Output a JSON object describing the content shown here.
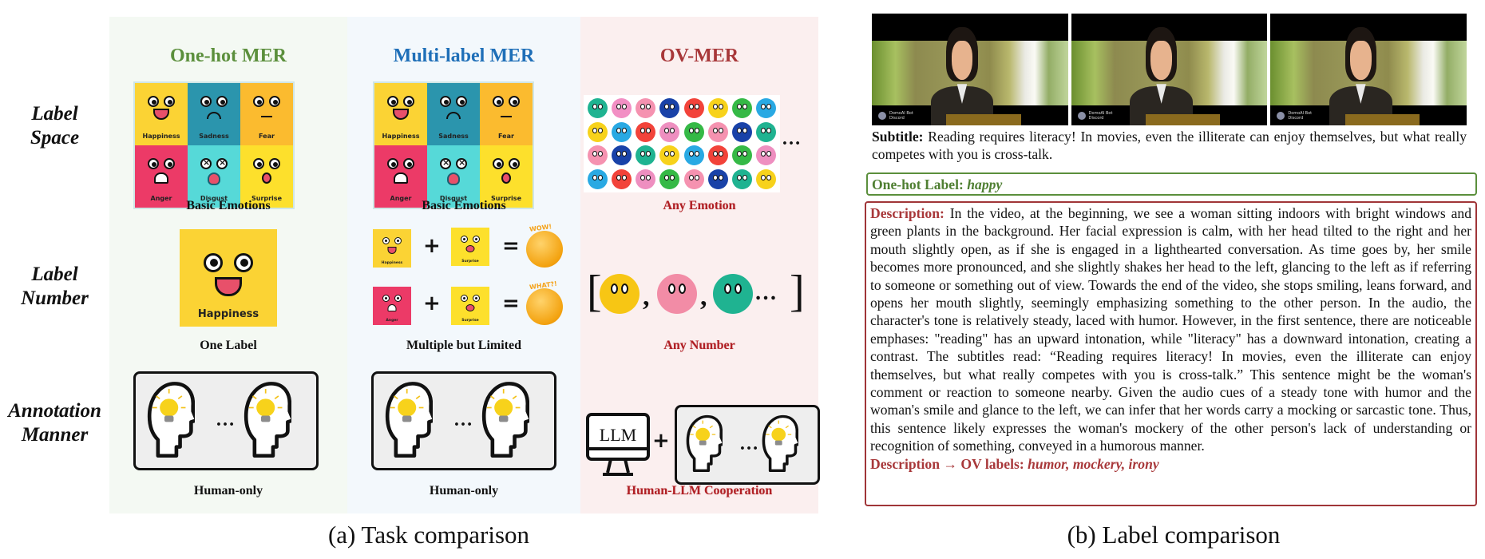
{
  "colors": {
    "onehot_green": "#5b8f3c",
    "multilabel_blue": "#1f6fb8",
    "ov_red": "#a8383a",
    "panel_green": "#f4f9f3",
    "panel_blue": "#f3f8fc",
    "panel_pink": "#fbefef"
  },
  "task_comparison": {
    "row_labels": [
      {
        "line1": "Label",
        "line2": "Space"
      },
      {
        "line1": "Label",
        "line2": "Number"
      },
      {
        "line1": "Annotation",
        "line2": "Manner"
      }
    ],
    "columns": [
      {
        "title": "One-hot MER",
        "label_space_caption": "Basic Emotions",
        "label_number_caption": "One Label",
        "annotation_caption": "Human-only"
      },
      {
        "title": "Multi-label MER",
        "label_space_caption": "Basic Emotions",
        "label_number_caption": "Multiple but Limited",
        "annotation_caption": "Human-only"
      },
      {
        "title": "OV-MER",
        "label_space_caption": "Any Emotion",
        "label_number_caption": "Any Number",
        "annotation_caption": "Human-LLM Cooperation"
      }
    ],
    "basic_emotions": [
      {
        "name": "Happiness",
        "color": "#fbd334",
        "mouth": "happy"
      },
      {
        "name": "Sadness",
        "color": "#2b95ad",
        "mouth": "sad"
      },
      {
        "name": "Fear",
        "color": "#fbbb2f",
        "mouth": "fear"
      },
      {
        "name": "Anger",
        "color": "#ec3a67",
        "mouth": "anger"
      },
      {
        "name": "Disgust",
        "color": "#56d9d8",
        "mouth": "disgust"
      },
      {
        "name": "Surprise",
        "color": "#fde02c",
        "mouth": "surprise"
      }
    ],
    "ov_emotion_colors": [
      "#1fb391",
      "#f28fc4",
      "#f592b0",
      "#1942a8",
      "#f2433a",
      "#f7d21b",
      "#35b946",
      "#29a9e3",
      "#f7d21b",
      "#29a9e3",
      "#f2433a",
      "#ee8fc0",
      "#35b946",
      "#f592b0",
      "#1942a8",
      "#1fb391",
      "#f592b0",
      "#1942a8",
      "#1fb391",
      "#f7d21b",
      "#29a9e3",
      "#f2433a",
      "#35b946",
      "#ee8fc0",
      "#29a9e3",
      "#f2433a",
      "#ee8fc0",
      "#35b946",
      "#f592b0",
      "#1942a8",
      "#1fb391",
      "#f7d21b"
    ],
    "ov_more": "…",
    "single_label": "Happiness",
    "multi_combos": [
      {
        "a": "Happiness",
        "a_color": "#fbd334",
        "b": "Surprise",
        "b_color": "#fde02c",
        "result_tag": "WOW!"
      },
      {
        "a": "Anger",
        "a_color": "#ec3a67",
        "b": "Surprise",
        "b_color": "#fde02c",
        "result_tag": "WHAT?!"
      }
    ],
    "operators": {
      "plus": "+",
      "equals": "="
    },
    "any_number_colors": [
      "#f7c614",
      "#f28ca6",
      "#1fb391"
    ],
    "any_number_open": "[",
    "any_number_close": "]",
    "any_number_ellipsis": "…",
    "annotation_ellipsis": "…",
    "llm_label": "LLM",
    "caption": "(a) Task comparison"
  },
  "label_comparison": {
    "frames": [
      {
        "bot": "DomoAI Bot",
        "source": "Discord"
      },
      {
        "bot": "DomoAI Bot",
        "source": "Discord"
      },
      {
        "bot": "DomoAI Bot",
        "source": "Discord"
      }
    ],
    "subtitle_key": "Subtitle:",
    "subtitle_text": " Reading requires literacy! In movies, even the illiterate can enjoy themselves, but what really competes with you is cross-talk.",
    "onehot_key": "One-hot Label:",
    "onehot_value": "happy",
    "description_key": "Description:",
    "description_text": " In the video, at the beginning, we see a woman sitting indoors with bright windows and green plants in the background. Her facial expression is calm, with her head tilted to the right and her mouth slightly open, as if she is engaged in a lighthearted conversation. As time goes by, her smile becomes more pronounced, and she slightly shakes her head to the left, glancing to the left as if referring to someone or something out of view. Towards the end of the video, she stops smiling, leans forward, and opens her mouth slightly, seemingly emphasizing something to the other person. In the audio, the character's tone is relatively steady, laced with humor. However, in the first sentence, there are noticeable emphases: \"reading\" has an upward intonation, while \"literacy\" has a downward intonation, creating a contrast. The subtitles read: “Reading requires literacy! In movies, even the illiterate can enjoy themselves, but what really competes with you is cross-talk.” This sentence might be the woman's comment or reaction to someone nearby. Given the audio cues of a steady tone with humor and the woman's smile and glance to the left, we can infer that her words carry a mocking or sarcastic tone. Thus, this sentence likely expresses the woman's mockery of the other person's lack of understanding or recognition of something, conveyed in a humorous manner.",
    "ov_key": "Description → OV labels:",
    "ov_labels": "humor, mockery, irony",
    "caption": "(b) Label comparison"
  }
}
